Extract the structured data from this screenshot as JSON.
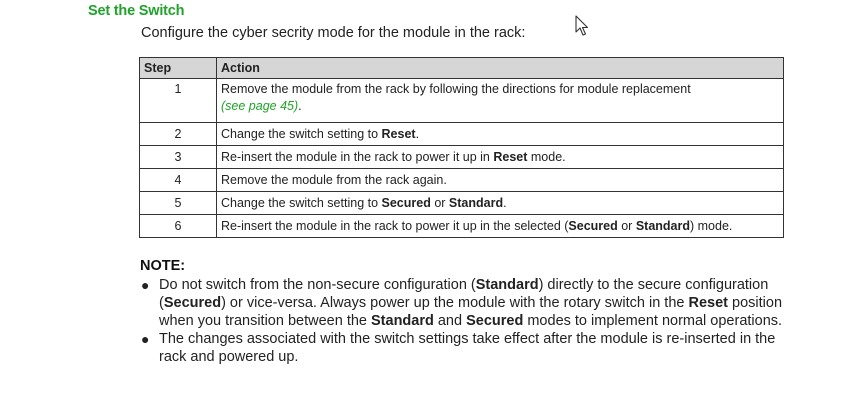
{
  "section": {
    "title": "Set the Switch",
    "intro": "Configure the cyber secrity mode for the module in the rack:"
  },
  "table": {
    "headers": {
      "step": "Step",
      "action": "Action"
    },
    "rows": [
      {
        "step": "1",
        "parts": [
          "Remove the module from the rack by following the directions for module replacement"
        ],
        "ref": "(see page 45)",
        "ref_tail": "."
      },
      {
        "step": "2",
        "parts": [
          "Change the switch setting to ",
          "Reset",
          "."
        ]
      },
      {
        "step": "3",
        "parts": [
          "Re-insert the module in the rack to power it up in ",
          "Reset",
          " mode."
        ]
      },
      {
        "step": "4",
        "parts": [
          "Remove the module from the rack again."
        ]
      },
      {
        "step": "5",
        "parts": [
          "Change the switch setting to ",
          "Secured",
          " or ",
          "Standard",
          "."
        ]
      },
      {
        "step": "6",
        "parts": [
          "Re-insert the module in the rack to power it up in the selected (",
          "Secured",
          " or ",
          "Standard",
          ") mode."
        ]
      }
    ]
  },
  "note": {
    "title": "NOTE:",
    "items": [
      {
        "parts": [
          "Do not switch from the non-secure configuration (",
          "Standard",
          ") directly to the secure configuration (",
          "Secured",
          ") or vice-versa. Always power up the module with the rotary switch in the ",
          "Reset",
          " position when you transition between the ",
          "Standard",
          " and ",
          "Secured",
          " modes to implement normal operations."
        ]
      },
      {
        "parts": [
          "The changes associated with the switch settings take effect after the module is re-inserted in the rack and powered up."
        ]
      }
    ]
  },
  "colors": {
    "heading": "#1fa32a",
    "link": "#1fa32a",
    "header_bg": "#d6d6d6"
  },
  "icons": {
    "cursor": "mouse-pointer-icon",
    "bullet": "bullet-icon"
  }
}
